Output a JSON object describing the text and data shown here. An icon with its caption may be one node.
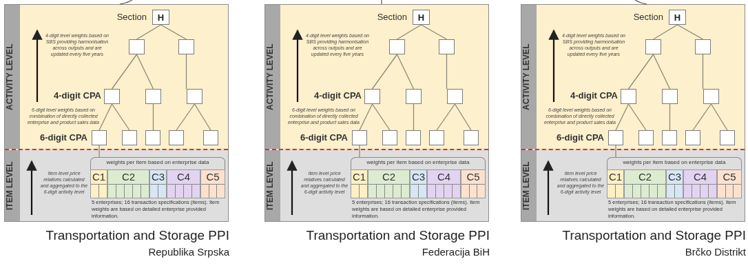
{
  "diagram": {
    "nodes": [
      {
        "text": [
          "ACTIVITY LEVEL"
        ]
      },
      {
        "text": [
          "H"
        ],
        "beside": [
          "Section"
        ],
        "in": 0
      },
      {
        "text": [],
        "shape": "box",
        "in": 0
      },
      {
        "text": [],
        "shape": "box",
        "in": 0
      },
      {
        "text": [],
        "shape": "box",
        "in": 0
      },
      {
        "text": [],
        "shape": "box",
        "in": 0
      },
      {
        "text": [],
        "shape": "box",
        "in": 0
      },
      {
        "text": [],
        "shape": "box",
        "in": 0
      },
      {
        "text": [],
        "shape": "box",
        "in": 0
      },
      {
        "text": [],
        "shape": "box",
        "in": 0
      },
      {
        "text": [],
        "shape": "box",
        "in": 0
      },
      {
        "text": [],
        "shape": "box",
        "in": 0
      },
      {
        "text": [
          "ITEM LEVEL"
        ]
      },
      {
        "text": [
          "weights per item based on enterprise data"
        ],
        "in": 12
      },
      {
        "text": [
          "C1"
        ],
        "in": 13
      },
      {
        "text": [
          "C2"
        ],
        "in": 13
      },
      {
        "text": [
          "C3"
        ],
        "in": 13
      },
      {
        "text": [
          "C4"
        ],
        "in": 13
      },
      {
        "text": [
          "C5"
        ],
        "in": 13
      },
      {
        "text": [
          "ACTIVITY LEVEL"
        ]
      },
      {
        "text": [
          "H"
        ],
        "beside": [
          "Section"
        ],
        "in": 19
      },
      {
        "text": [],
        "shape": "box",
        "in": 19
      },
      {
        "text": [],
        "shape": "box",
        "in": 19
      },
      {
        "text": [],
        "shape": "box",
        "in": 19
      },
      {
        "text": [],
        "shape": "box",
        "in": 19
      },
      {
        "text": [],
        "shape": "box",
        "in": 19
      },
      {
        "text": [],
        "shape": "box",
        "in": 19
      },
      {
        "text": [],
        "shape": "box",
        "in": 19
      },
      {
        "text": [],
        "shape": "box",
        "in": 19
      },
      {
        "text": [],
        "shape": "box",
        "in": 19
      },
      {
        "text": [],
        "shape": "box",
        "in": 19
      },
      {
        "text": [
          "ITEM LEVEL"
        ]
      },
      {
        "text": [
          "weights per item based on enterprise data"
        ],
        "in": 31
      },
      {
        "text": [
          "C1"
        ],
        "in": 32
      },
      {
        "text": [
          "C2"
        ],
        "in": 32
      },
      {
        "text": [
          "C3"
        ],
        "in": 32
      },
      {
        "text": [
          "C4"
        ],
        "in": 32
      },
      {
        "text": [
          "C5"
        ],
        "in": 32
      },
      {
        "text": [
          "ACTIVITY LEVEL"
        ]
      },
      {
        "text": [
          "H"
        ],
        "beside": [
          "Section"
        ],
        "in": 38
      },
      {
        "text": [],
        "shape": "box",
        "in": 38
      },
      {
        "text": [],
        "shape": "box",
        "in": 38
      },
      {
        "text": [],
        "shape": "box",
        "in": 38
      },
      {
        "text": [],
        "shape": "box",
        "in": 38
      },
      {
        "text": [],
        "shape": "box",
        "in": 38
      },
      {
        "text": [],
        "shape": "box",
        "in": 38
      },
      {
        "text": [],
        "shape": "box",
        "in": 38
      },
      {
        "text": [],
        "shape": "box",
        "in": 38
      },
      {
        "text": [],
        "shape": "box",
        "in": 38
      },
      {
        "text": [],
        "shape": "box",
        "in": 38
      },
      {
        "text": [
          "ITEM LEVEL"
        ]
      },
      {
        "text": [
          "weights per item based on enterprise data"
        ],
        "in": 50
      },
      {
        "text": [
          "C1"
        ],
        "in": 51
      },
      {
        "text": [
          "C2"
        ],
        "in": 51
      },
      {
        "text": [
          "C3"
        ],
        "in": 51
      },
      {
        "text": [
          "C4"
        ],
        "in": 51
      },
      {
        "text": [
          "C5"
        ],
        "in": 51
      }
    ],
    "edges": [
      {
        "from": 1,
        "to": 2,
        "arrow": "none"
      },
      {
        "from": 1,
        "to": 3,
        "arrow": "none"
      },
      {
        "from": 2,
        "to": 4,
        "arrow": "none"
      },
      {
        "from": 2,
        "to": 5,
        "arrow": "none"
      },
      {
        "from": 3,
        "to": 6,
        "arrow": "none"
      },
      {
        "from": 4,
        "to": 7,
        "arrow": "none"
      },
      {
        "from": 4,
        "to": 8,
        "arrow": "none"
      },
      {
        "from": 5,
        "to": 9,
        "arrow": "none"
      },
      {
        "from": 6,
        "to": 10,
        "arrow": "none"
      },
      {
        "from": 6,
        "to": 11,
        "arrow": "none"
      },
      {
        "from": 7,
        "to": 13,
        "arrow": "none"
      },
      {
        "from": 20,
        "to": 21,
        "arrow": "none"
      },
      {
        "from": 20,
        "to": 22,
        "arrow": "none"
      },
      {
        "from": 21,
        "to": 23,
        "arrow": "none"
      },
      {
        "from": 21,
        "to": 24,
        "arrow": "none"
      },
      {
        "from": 22,
        "to": 25,
        "arrow": "none"
      },
      {
        "from": 23,
        "to": 26,
        "arrow": "none"
      },
      {
        "from": 23,
        "to": 27,
        "arrow": "none"
      },
      {
        "from": 24,
        "to": 28,
        "arrow": "none"
      },
      {
        "from": 25,
        "to": 29,
        "arrow": "none"
      },
      {
        "from": 25,
        "to": 30,
        "arrow": "none"
      },
      {
        "from": 26,
        "to": 32,
        "arrow": "none"
      },
      {
        "from": 39,
        "to": 40,
        "arrow": "none"
      },
      {
        "from": 39,
        "to": 41,
        "arrow": "none"
      },
      {
        "from": 40,
        "to": 42,
        "arrow": "none"
      },
      {
        "from": 40,
        "to": 43,
        "arrow": "none"
      },
      {
        "from": 41,
        "to": 44,
        "arrow": "none"
      },
      {
        "from": 42,
        "to": 45,
        "arrow": "none"
      },
      {
        "from": 42,
        "to": 46,
        "arrow": "none"
      },
      {
        "from": 43,
        "to": 47,
        "arrow": "none"
      },
      {
        "from": 44,
        "to": 48,
        "arrow": "none"
      },
      {
        "from": 44,
        "to": 49,
        "arrow": "none"
      },
      {
        "from": 45,
        "to": 51,
        "arrow": "none"
      }
    ],
    "labels": [
      "4-digit level weights based on SBS providing harmonisation across outputs and are updated every five years",
      "4-digit CPA",
      "6-digit level weights based on combination of directly collected enterprise and product sales data",
      "6-digit CPA",
      "Item level price relatives calculated and aggregated to the 6-digit activity level",
      "5 enterprises; 16 transaction specifications (items). Item weights are based on detailed enterprise provided information.",
      "Transportation and Storage PPI",
      "Republika Srpska",
      "4-digit level weights based on SBS providing harmonisation across outputs and are updated every five years",
      "4-digit CPA",
      "6-digit level weights based on combination of directly collected enterprise and product sales data",
      "6-digit CPA",
      "Item level price relatives calculated and aggregated to the 6-digit activity level",
      "5 enterprises; 16 transaction specifications (items). Item weights are based on detailed enterprise provided information.",
      "Transportation and Storage PPI",
      "Federacija BiH",
      "4-digit level weights based on SBS providing harmonisation across outputs and are updated every five years",
      "4-digit CPA",
      "6-digit level weights based on combination of directly collected enterprise and product sales data",
      "6-digit CPA",
      "Item level price relatives calculated and aggregated to the 6-digit activity level",
      "5 enterprises; 16 transaction specifications (items). Item weights are based on detailed enterprise provided information.",
      "Transportation and Storage PPI",
      "Brčko Distrikt"
    ]
  }
}
